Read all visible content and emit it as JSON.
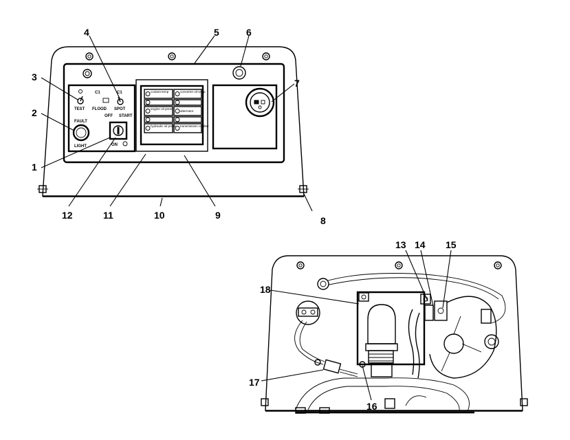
{
  "callouts": {
    "c1": "1",
    "c2": "2",
    "c3": "3",
    "c4": "4",
    "c5": "5",
    "c6": "6",
    "c7": "7",
    "c8": "8",
    "c9": "9",
    "c10": "10",
    "c11": "11",
    "c12": "12",
    "c13": "13",
    "c14": "14",
    "c15": "15",
    "c16": "16",
    "c17": "17",
    "c18": "18"
  },
  "panel_labels": {
    "fault": "FAULT",
    "light": "LIGHT",
    "test": "TEST",
    "flood": "FLOOD",
    "spot": "SPOT",
    "off": "OFF",
    "start": "START",
    "on": "ON"
  },
  "indicator_labels": {
    "l1": "coolant temp",
    "l2": "",
    "l3": "engine oil press",
    "l4": "",
    "l5": "hydraulic oil press",
    "r1": "converter oil temp",
    "r2": "",
    "r3": "alternator",
    "r4": "",
    "r5": "transmission oil filter"
  }
}
